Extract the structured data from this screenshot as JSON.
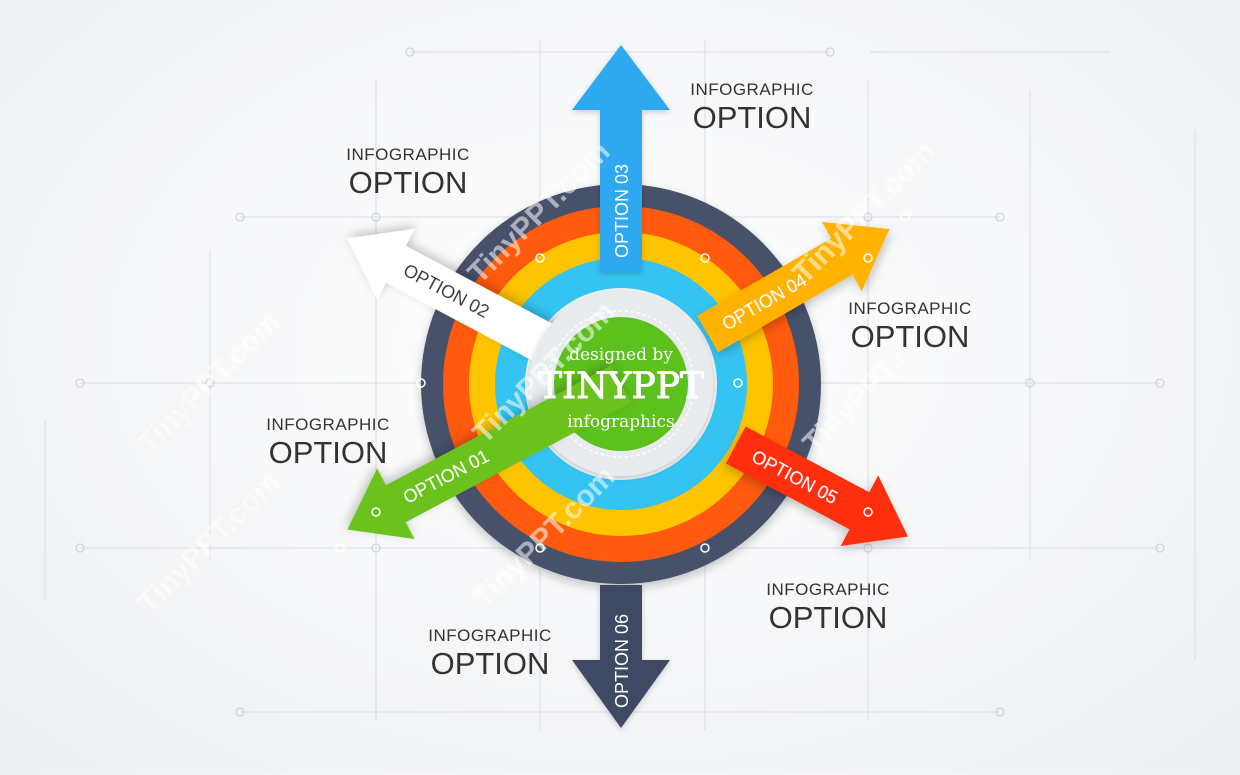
{
  "colors": {
    "option01": "#6cc21e",
    "option02": "#ffffff",
    "option03": "#2fa8ef",
    "option04": "#ffb300",
    "option05": "#ff2d0e",
    "option06": "#3f4a63",
    "ring_navy": "#46516b",
    "ring_orange": "#ff5a10",
    "ring_yellow": "#ffc400",
    "ring_cyan": "#34c4f2",
    "center_green": "#5cc01d"
  },
  "arrows": [
    {
      "id": "option01",
      "label": "OPTION 01"
    },
    {
      "id": "option02",
      "label": "OPTION 02"
    },
    {
      "id": "option03",
      "label": "OPTION 03"
    },
    {
      "id": "option04",
      "label": "OPTION 04"
    },
    {
      "id": "option05",
      "label": "OPTION 05"
    },
    {
      "id": "option06",
      "label": "OPTION 06"
    }
  ],
  "labels": [
    {
      "small": "INFOGRAPHIC",
      "big": "OPTION"
    },
    {
      "small": "INFOGRAPHIC",
      "big": "OPTION"
    },
    {
      "small": "INFOGRAPHIC",
      "big": "OPTION"
    },
    {
      "small": "INFOGRAPHIC",
      "big": "OPTION"
    },
    {
      "small": "INFOGRAPHIC",
      "big": "OPTION"
    },
    {
      "small": "INFOGRAPHIC",
      "big": "OPTION"
    }
  ],
  "center": {
    "line1": "designed by",
    "line2": "TINYPPT",
    "line3": "infographics"
  },
  "watermark": "TinyPPT.com"
}
